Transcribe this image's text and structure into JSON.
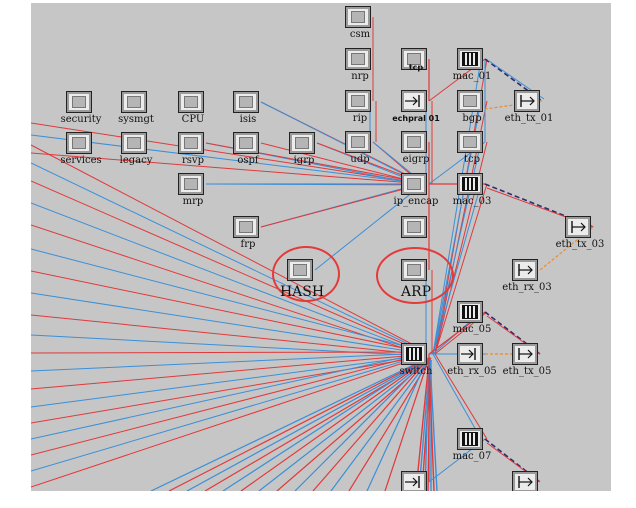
{
  "nodes": {
    "csm": {
      "label": "csm",
      "kind": "proc"
    },
    "nrp": {
      "label": "nrp",
      "kind": "proc"
    },
    "rip": {
      "label": "rip",
      "kind": "proc"
    },
    "udp": {
      "label": "udp",
      "kind": "proc"
    },
    "security": {
      "label": "security",
      "kind": "proc"
    },
    "sysmgt": {
      "label": "sysmgt",
      "kind": "proc"
    },
    "cpu": {
      "label": "CPU",
      "kind": "proc"
    },
    "isis": {
      "label": "isis",
      "kind": "proc"
    },
    "services": {
      "label": "services",
      "kind": "proc"
    },
    "legacy": {
      "label": "legacy",
      "kind": "proc"
    },
    "rsvp": {
      "label": "rsvp",
      "kind": "proc"
    },
    "ospf": {
      "label": "ospf",
      "kind": "proc"
    },
    "igrp": {
      "label": "igrp",
      "kind": "proc"
    },
    "mrp": {
      "label": "mrp",
      "kind": "proc"
    },
    "frp": {
      "label": "frp",
      "kind": "proc"
    },
    "hash": {
      "label": "HASH",
      "kind": "proc"
    },
    "tcp_top": {
      "label": "tcp",
      "kind": "proc"
    },
    "ethcp": {
      "label": "echpral 01",
      "kind": "radio-in"
    },
    "eigrp": {
      "label": "eigrp",
      "kind": "proc"
    },
    "ip_encap": {
      "label": "ip_encap",
      "kind": "proc"
    },
    "ip_mid": {
      "label": "",
      "kind": "proc"
    },
    "arp": {
      "label": "ARP",
      "kind": "proc"
    },
    "mac_01": {
      "label": "mac_01",
      "kind": "queue"
    },
    "bgp": {
      "label": "bgp",
      "kind": "proc"
    },
    "tcp": {
      "label": "tcp",
      "kind": "proc"
    },
    "eth_tx_01": {
      "label": "eth_tx_01",
      "kind": "radio"
    },
    "mac_03": {
      "label": "mac_03",
      "kind": "queue"
    },
    "eth_tx_03": {
      "label": "eth_tx_03",
      "kind": "radio"
    },
    "eth_rx_03": {
      "label": "eth_rx_03",
      "kind": "radio"
    },
    "mac_05": {
      "label": "mac_05",
      "kind": "queue"
    },
    "switch": {
      "label": "switch",
      "kind": "queue"
    },
    "eth_rx_05": {
      "label": "eth_rx_05",
      "kind": "radio-in"
    },
    "eth_tx_05": {
      "label": "eth_tx_05",
      "kind": "radio"
    },
    "mac_07": {
      "label": "mac_07",
      "kind": "queue"
    },
    "rx_07": {
      "label": "",
      "kind": "radio-in"
    },
    "tx_07": {
      "label": "",
      "kind": "radio"
    }
  },
  "colors": {
    "background": "#c6c6c6",
    "link_red": "#e0393b",
    "link_blue": "#3a8fd8",
    "link_orange": "#f08a24",
    "link_navy": "#2c2c6e",
    "highlight": "#e33a3a"
  }
}
